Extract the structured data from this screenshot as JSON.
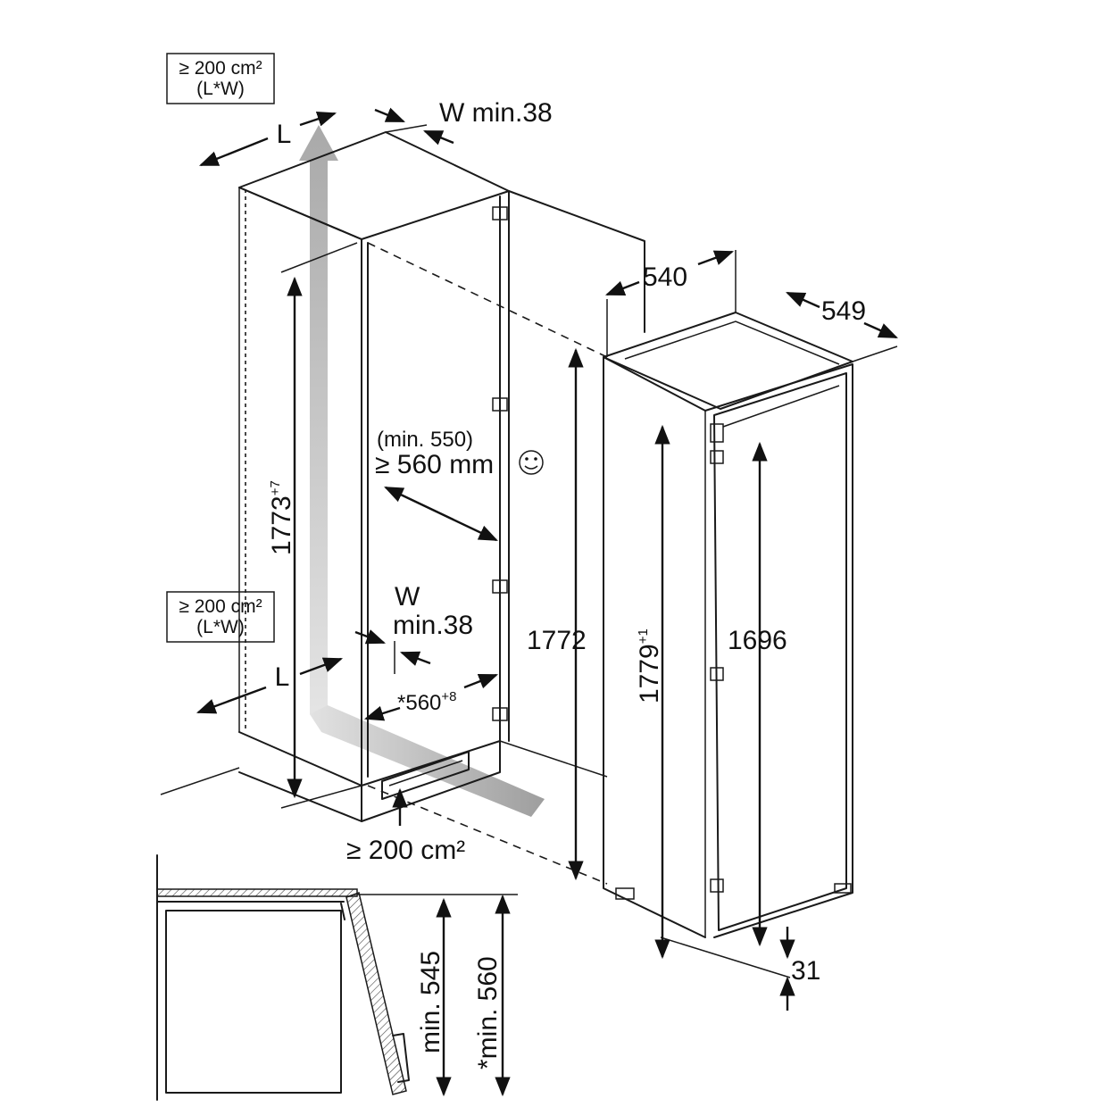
{
  "labels": {
    "vent_top_1": "≥ 200 cm²",
    "vent_top_2": "(L*W)",
    "vent_mid_1": "≥ 200 cm²",
    "vent_mid_2": "(L*W)",
    "L_top": "L",
    "L_bottom": "L",
    "w_min_top": "W min.38",
    "w_mid_1": "W",
    "w_mid_2": "min.38",
    "niche_height": "1773",
    "niche_height_tol": "+7",
    "depth_min": "(min. 550)",
    "depth_rec": "≥ 560 mm",
    "niche_width": "*560",
    "niche_width_tol": "+8",
    "vent_bottom": "≥ 200 cm²",
    "dim_1772": "1772",
    "dim_540": "540",
    "dim_549": "549",
    "dim_1779": "1779",
    "dim_1779_tol": "+1",
    "dim_1696": "1696",
    "dim_31": "31",
    "min_545": "min. 545",
    "min_560": "*min. 560"
  },
  "icons": {
    "smiley": "smiley-icon"
  },
  "colors": {
    "line": "#1a1a1a",
    "airflow": "#c8c8c8"
  }
}
